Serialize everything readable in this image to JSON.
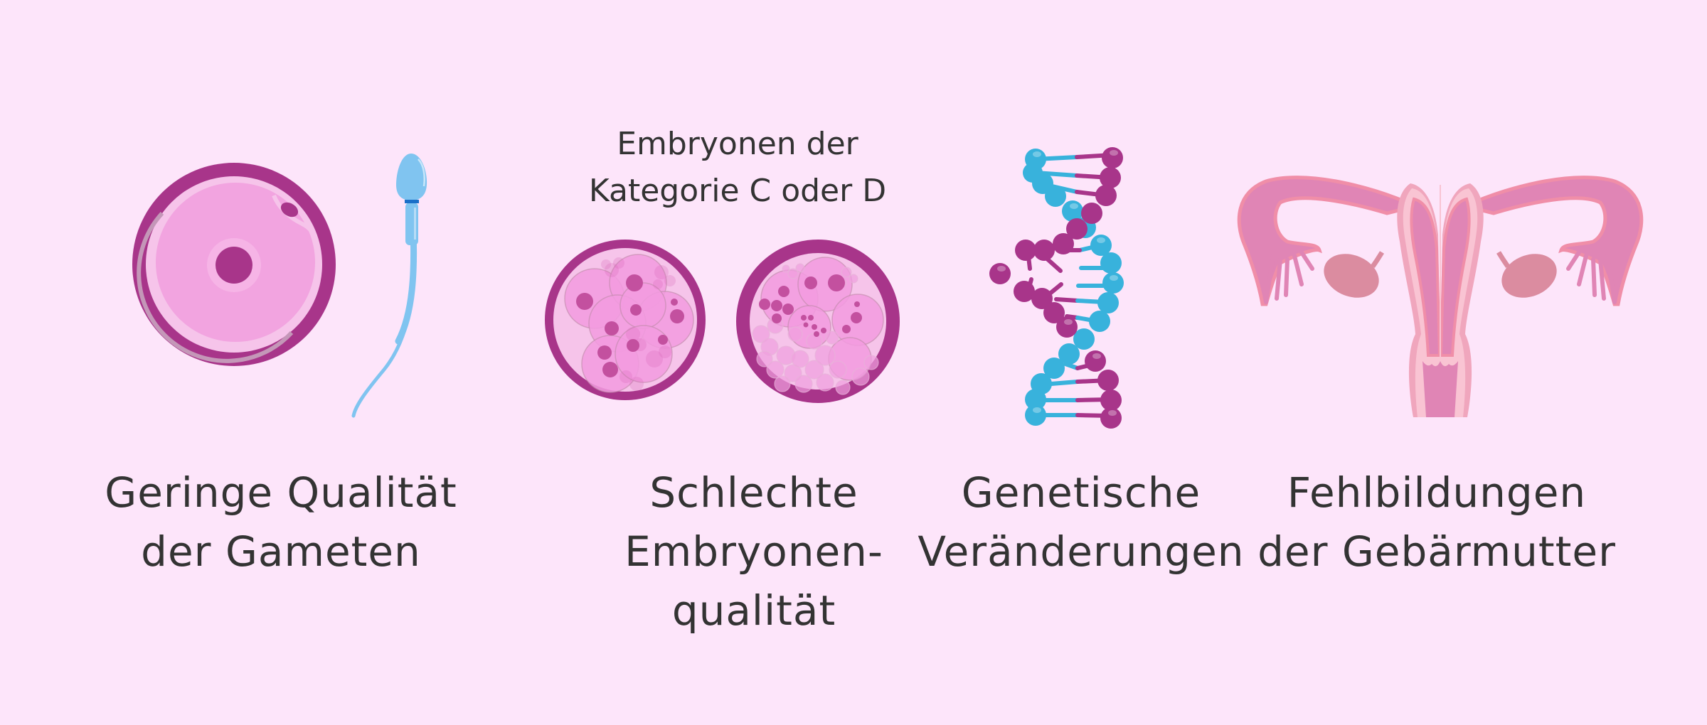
{
  "background_color": "#fde5fa",
  "text_color": "#333333",
  "colors": {
    "magenta": "#a8358a",
    "light_pink": "#f6c4ea",
    "cytoplasm_pink": "#f2a4e0",
    "sperm_blue": "#80c4f0",
    "sperm_band": "#1a6fc8",
    "dna_blue": "#38b2dc",
    "dna_magenta": "#a8358a",
    "uterus_main": "#e085b5",
    "uterus_border": "#f08ea8",
    "uterus_light": "#f9c4d3",
    "uterus_outer": "#f0a6bd",
    "ovary": "#db8ca0"
  },
  "panels": [
    {
      "id": "gametes",
      "illustration": "egg-and-sperm-icon",
      "caption_lines": [
        "Geringe Qualität",
        "der Gameten"
      ]
    },
    {
      "id": "embryos",
      "illustration": "embryo-cells-icon",
      "subcaption_lines": [
        "Embryonen der",
        "Kategorie C oder D"
      ],
      "caption_lines": [
        "Schlechte",
        "Embryonen-",
        "qualität"
      ]
    },
    {
      "id": "genetic",
      "illustration": "dna-helix-icon",
      "caption_lines": [
        "Genetische",
        "Veränderungen"
      ]
    },
    {
      "id": "uterus",
      "illustration": "uterus-icon",
      "caption_lines": [
        "Fehlbildungen",
        "der Gebärmutter"
      ]
    }
  ]
}
